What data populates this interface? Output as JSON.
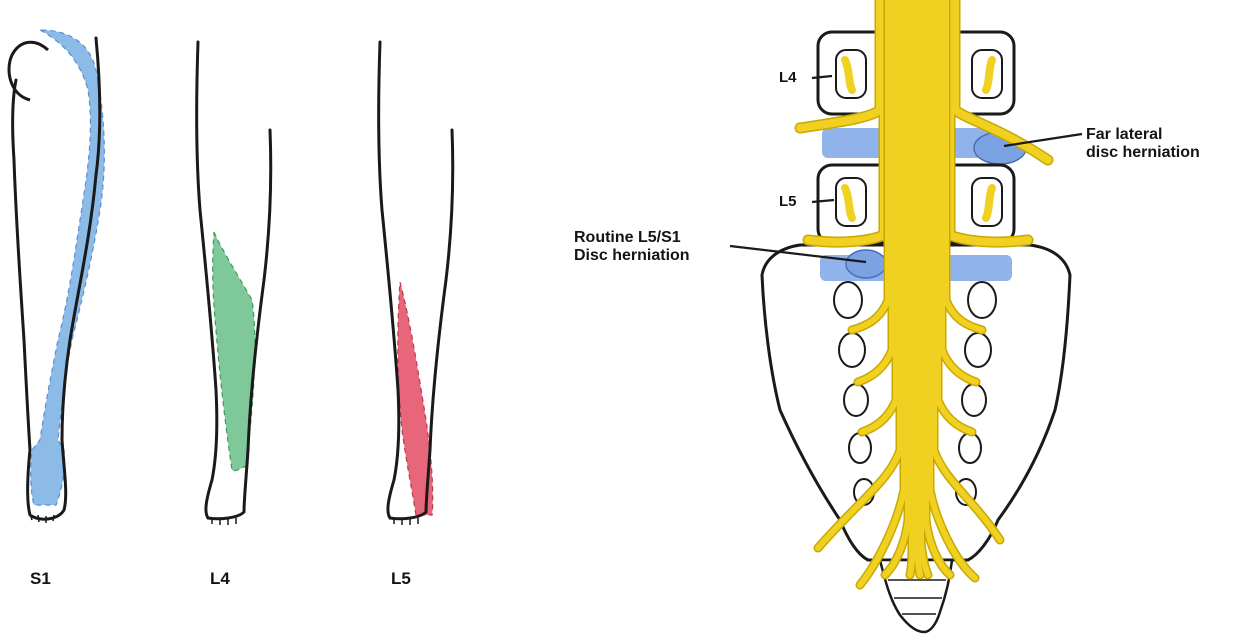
{
  "dermatomes": [
    {
      "label": "S1",
      "color": "#8cbbe8"
    },
    {
      "label": "L4",
      "color": "#7fc89a"
    },
    {
      "label": "L5",
      "color": "#e8667a"
    }
  ],
  "spine": {
    "levels": [
      "L4",
      "L5"
    ],
    "annotations": {
      "far_lateral": [
        "Far lateral",
        "disc herniation"
      ],
      "routine": [
        "Routine L5/S1",
        "Disc herniation"
      ]
    },
    "colors": {
      "nerve": "#f0d020",
      "nerve_edge": "#c9a800",
      "disc": "#8fb3ea",
      "outline": "#1a1a1a"
    }
  }
}
